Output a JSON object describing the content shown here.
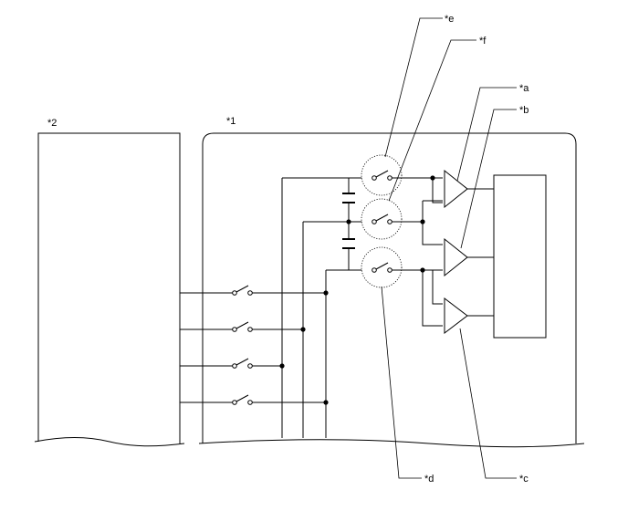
{
  "labels": {
    "block_2": "*2",
    "block_1": "*1",
    "callout_a": "*a",
    "callout_b": "*b",
    "callout_c": "*c",
    "callout_d": "*d",
    "callout_e": "*e",
    "callout_f": "*f"
  },
  "colors": {
    "line": "#000000",
    "background": "#ffffff"
  }
}
